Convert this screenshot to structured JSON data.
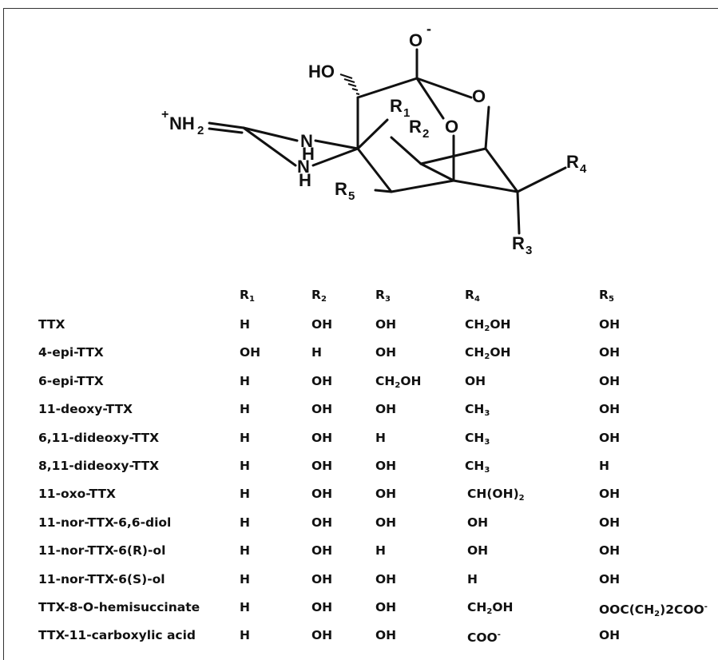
{
  "structure": {
    "atoms": {
      "o_minus": "O",
      "o_minus_charge": "-",
      "ho": "HO",
      "o_ring_upper": "O",
      "o_ring_lower": "O",
      "nh2_plus_charge": "+",
      "nh2": "NH",
      "nh2_sub": "2",
      "nh_upper_n": "N",
      "nh_upper_h": "H",
      "nh_lower_n": "N",
      "nh_lower_h": "H",
      "r1": "R",
      "r1_sub": "1",
      "r2": "R",
      "r2_sub": "2",
      "r3": "R",
      "r3_sub": "3",
      "r4": "R",
      "r4_sub": "4",
      "r5": "R",
      "r5_sub": "5"
    }
  },
  "table": {
    "headers": [
      {
        "base": "R",
        "sub": "1"
      },
      {
        "base": "R",
        "sub": "2"
      },
      {
        "base": "R",
        "sub": "3"
      },
      {
        "base": "R",
        "sub": "4"
      },
      {
        "base": "R",
        "sub": "5"
      }
    ],
    "rows": [
      {
        "name": "TTX",
        "cells": [
          {
            "base": "H"
          },
          {
            "base": "OH"
          },
          {
            "base": "OH"
          },
          {
            "base": "CH",
            "sub": "2",
            "after": "OH"
          },
          {
            "base": "OH"
          }
        ]
      },
      {
        "name": "4-epi-TTX",
        "cells": [
          {
            "base": "OH"
          },
          {
            "base": "H"
          },
          {
            "base": "OH"
          },
          {
            "base": "CH",
            "sub": "2",
            "after": "OH"
          },
          {
            "base": "OH"
          }
        ]
      },
      {
        "name": "6-epi-TTX",
        "cells": [
          {
            "base": "H"
          },
          {
            "base": "OH"
          },
          {
            "base": "CH",
            "sub": "2",
            "after": "OH"
          },
          {
            "base": "OH"
          },
          {
            "base": "OH"
          }
        ]
      },
      {
        "name": "11-deoxy-TTX",
        "cells": [
          {
            "base": "H"
          },
          {
            "base": "OH"
          },
          {
            "base": "OH"
          },
          {
            "base": "CH",
            "sub": "3"
          },
          {
            "base": "OH"
          }
        ]
      },
      {
        "name": "6,11-dideoxy-TTX",
        "cells": [
          {
            "base": "H"
          },
          {
            "base": "OH"
          },
          {
            "base": "H"
          },
          {
            "base": "CH",
            "sub": "3"
          },
          {
            "base": "OH"
          }
        ]
      },
      {
        "name": "8,11-dideoxy-TTX",
        "cells": [
          {
            "base": "H"
          },
          {
            "base": "OH"
          },
          {
            "base": "OH"
          },
          {
            "base": "CH",
            "sub": "3"
          },
          {
            "base": "H"
          }
        ]
      },
      {
        "name": "11-oxo-TTX",
        "cells": [
          {
            "base": "H"
          },
          {
            "base": "OH"
          },
          {
            "base": "OH"
          },
          {
            "base": "CH(OH)",
            "sub": "2"
          },
          {
            "base": "OH"
          }
        ]
      },
      {
        "name": "11-nor-TTX-6,6-diol",
        "cells": [
          {
            "base": "H"
          },
          {
            "base": "OH"
          },
          {
            "base": "OH"
          },
          {
            "base": "OH"
          },
          {
            "base": "OH"
          }
        ]
      },
      {
        "name": "11-nor-TTX-6(R)-ol",
        "cells": [
          {
            "base": "H"
          },
          {
            "base": "OH"
          },
          {
            "base": "H"
          },
          {
            "base": "OH"
          },
          {
            "base": "OH"
          }
        ]
      },
      {
        "name": "11-nor-TTX-6(S)-ol",
        "cells": [
          {
            "base": "H"
          },
          {
            "base": "OH"
          },
          {
            "base": "OH"
          },
          {
            "base": "H"
          },
          {
            "base": "OH"
          }
        ]
      },
      {
        "name": "TTX-8-O-hemisuccinate",
        "cells": [
          {
            "base": "H"
          },
          {
            "base": "OH"
          },
          {
            "base": "OH"
          },
          {
            "base": "CH",
            "sub": "2",
            "after": "OH"
          },
          {
            "base": "OOC(CH",
            "sub": "2",
            "after": ")2COO",
            "sup": "-"
          }
        ]
      },
      {
        "name": "TTX-11-carboxylic acid",
        "cells": [
          {
            "base": "H"
          },
          {
            "base": "OH"
          },
          {
            "base": "OH"
          },
          {
            "base": "COO",
            "sup": "-"
          },
          {
            "base": "OH"
          }
        ]
      }
    ]
  }
}
